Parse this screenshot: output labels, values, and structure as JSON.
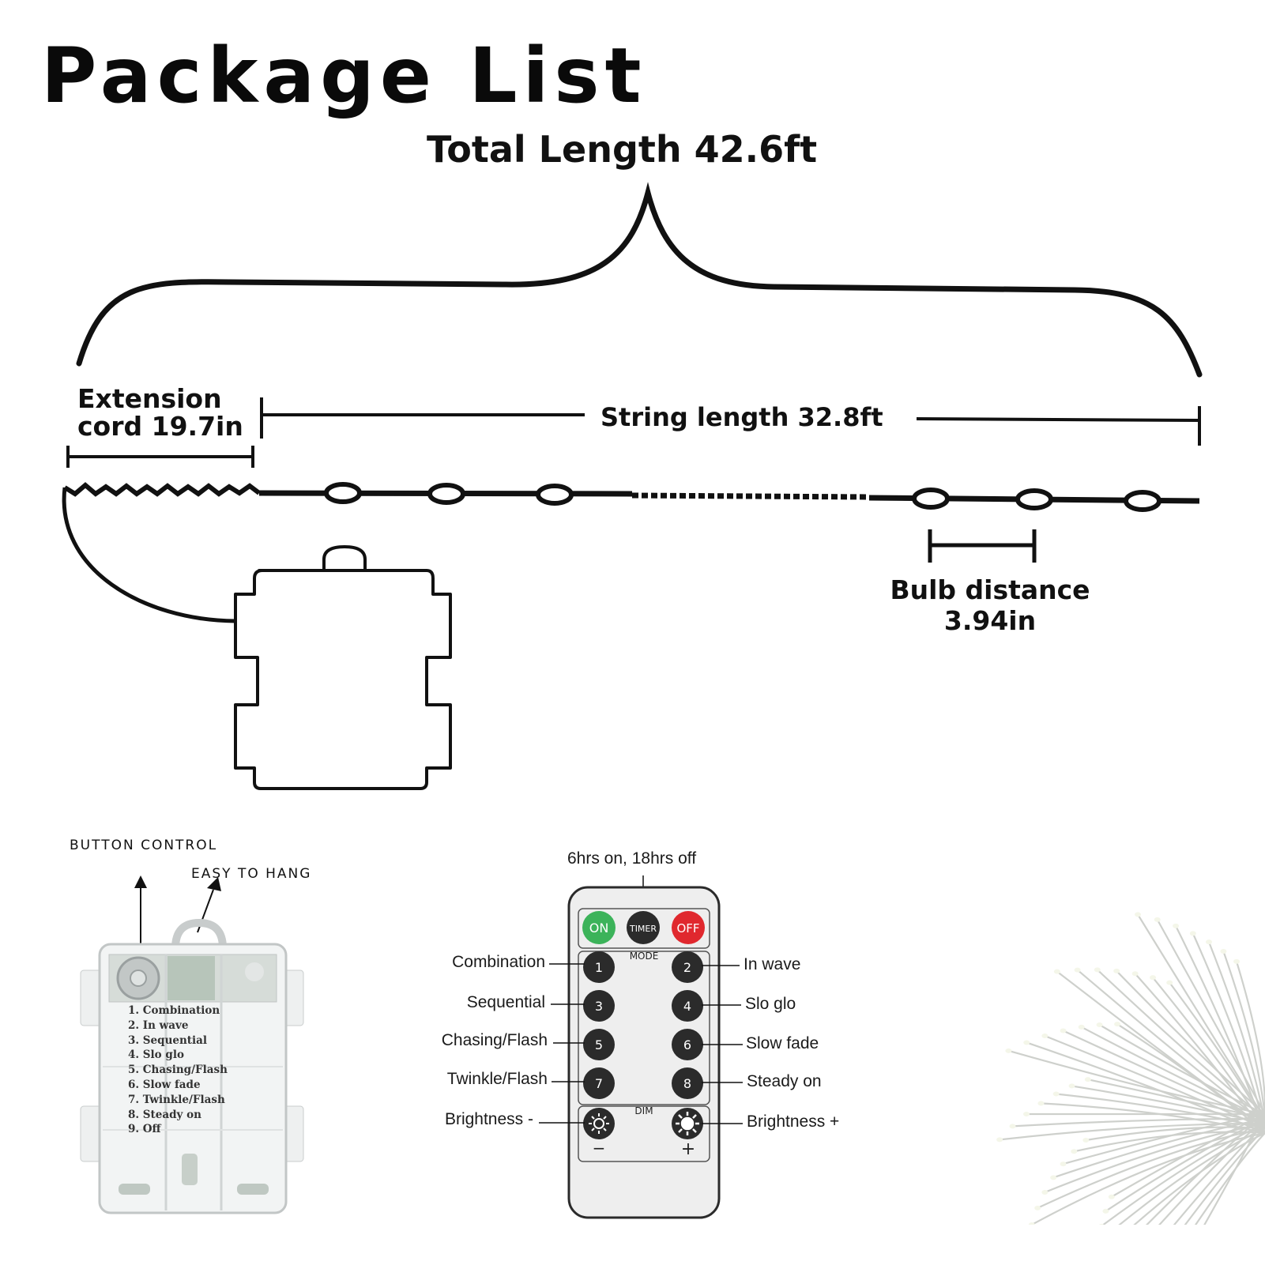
{
  "title": "Package List",
  "diagram": {
    "total_length": "Total Length 42.6ft",
    "extension_cord": [
      "Extension",
      "cord 19.7in"
    ],
    "string_length": "String length 32.8ft",
    "bulb_distance": [
      "Bulb distance",
      "3.94in"
    ]
  },
  "battery_box": {
    "button_control": "BUTTON CONTROL",
    "easy_to_hang": "EASY TO HANG",
    "modes": [
      "1. Combination",
      "2. In wave",
      "3. Sequential",
      "4. Slo glo",
      "5. Chasing/Flash",
      "6. Slow fade",
      "7. Twinkle/Flash",
      "8. Steady on",
      "9. Off"
    ]
  },
  "remote": {
    "timer_note": "6hrs on, 18hrs off",
    "buttons": {
      "on": "ON",
      "timer": "TIMER",
      "off": "OFF",
      "mode": "MODE",
      "dim": "DIM",
      "minus": "−",
      "plus": "+"
    },
    "numbers": [
      "1",
      "2",
      "3",
      "4",
      "5",
      "6",
      "7",
      "8"
    ],
    "left_labels": [
      "Combination",
      "Sequential",
      "Chasing/Flash",
      "Twinkle/Flash",
      "Brightness -"
    ],
    "right_labels": [
      "In wave",
      "Slo glo",
      "Slow fade",
      "Steady on",
      "Brightness +"
    ],
    "colors": {
      "on": "#3cb35a",
      "off": "#e0282e",
      "body": "#eeeeee",
      "button": "#2b2b2b"
    }
  }
}
